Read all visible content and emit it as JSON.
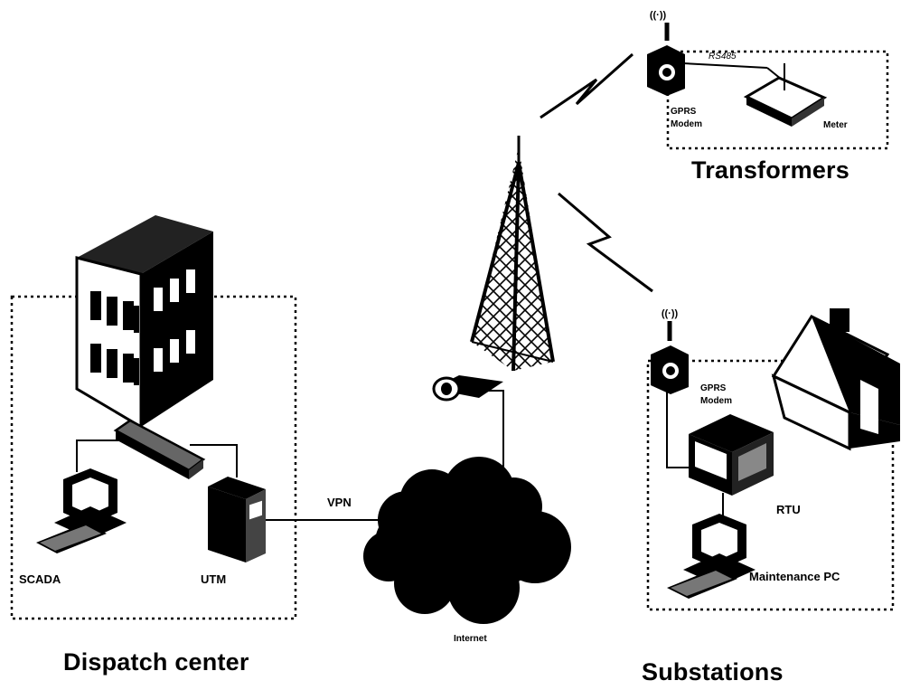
{
  "regions": {
    "dispatch_center": "Dispatch center",
    "transformers": "Transformers",
    "substations": "Substations"
  },
  "devices": {
    "scada": "SCADA",
    "utm": "UTM",
    "vpn": "VPN",
    "internet": "Internet",
    "gprs_modem_transformer": "GPRS Modem",
    "rs485": "RS485",
    "meter": "Meter",
    "gprs_modem_substation": "GPRS Modem",
    "rtu": "RTU",
    "maintenance_pc": "Maintenance PC"
  },
  "icons": [
    "building-icon",
    "network-switch-icon",
    "computer-icon",
    "firewall-icon",
    "cloud-icon",
    "cell-tower-icon",
    "gprs-modem-icon",
    "meter-icon",
    "rtu-icon",
    "house-icon",
    "lightning-icon"
  ],
  "colors": {
    "ink": "#000000",
    "background": "#ffffff"
  }
}
